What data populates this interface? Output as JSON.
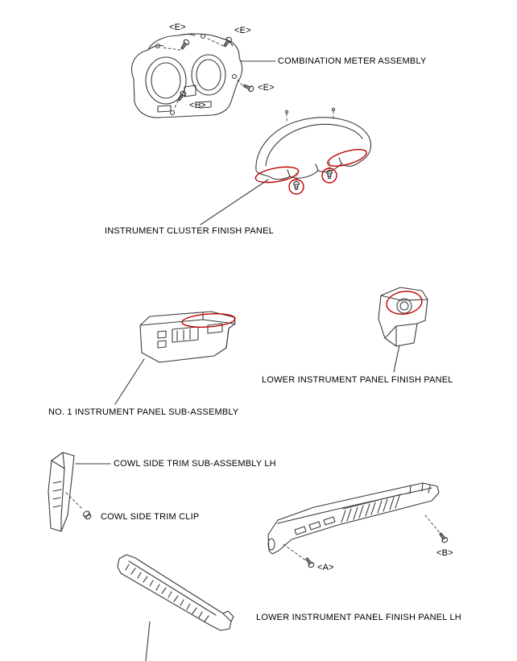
{
  "colors": {
    "line": "#3a3a3a",
    "highlight": "#c00000",
    "text": "#000000",
    "background": "#ffffff"
  },
  "labels": {
    "fastener_e": "<E>",
    "fastener_a": "<A>",
    "fastener_b": "<B>",
    "combination_meter_assembly": "COMBINATION METER ASSEMBLY",
    "instrument_cluster_finish_panel": "INSTRUMENT CLUSTER FINISH PANEL",
    "no1_instrument_panel_sub_assembly": "NO. 1 INSTRUMENT PANEL SUB-ASSEMBLY",
    "lower_instrument_panel_finish_panel": "LOWER INSTRUMENT PANEL FINISH PANEL",
    "cowl_side_trim_sub_assembly_lh": "COWL SIDE TRIM SUB-ASSEMBLY LH",
    "cowl_side_trim_clip": "COWL SIDE TRIM CLIP",
    "lower_instrument_panel_finish_panel_lh": "LOWER INSTRUMENT PANEL FINISH PANEL LH"
  }
}
